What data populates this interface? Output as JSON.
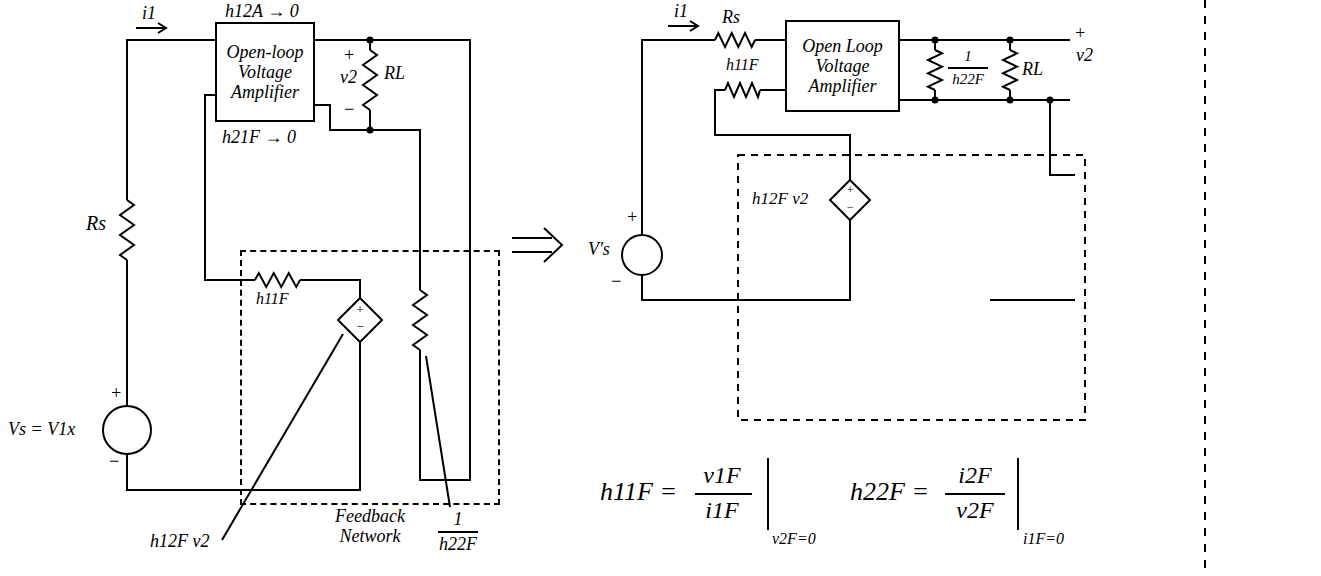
{
  "diagram": {
    "nodes": [
      {
        "text": [
          "Open-loop Voltage Amplifier"
        ]
      },
      {
        "text": [
          "Feedback Network"
        ]
      },
      {
        "text": [
          "Open Loop Voltage Amplifier"
        ]
      }
    ],
    "edges": [
      {
        "from": 0,
        "to": 1,
        "arrow": "none"
      },
      {
        "from": 0,
        "to": 1,
        "arrow": "none"
      },
      {
        "from": 0,
        "to": 1,
        "arrow": "none"
      }
    ],
    "labels": [
      "i1",
      "h12A → 0",
      "+",
      "v2",
      "−",
      "RL",
      "Rs",
      "+",
      "Vs = V1x",
      "−",
      "h21F → 0",
      "h11F",
      "+",
      "−",
      "h12F v2",
      "1",
      "h22F",
      "i1",
      "Rs",
      "h11F",
      "V's",
      "+",
      "−",
      "h12F v2",
      "+",
      "−",
      "1",
      "h22F",
      "RL",
      "+",
      "v2",
      "h11F =",
      "v1F",
      "i1F",
      "v2F=0",
      "h22F =",
      "i2F",
      "v2F",
      "i1F=0"
    ]
  }
}
